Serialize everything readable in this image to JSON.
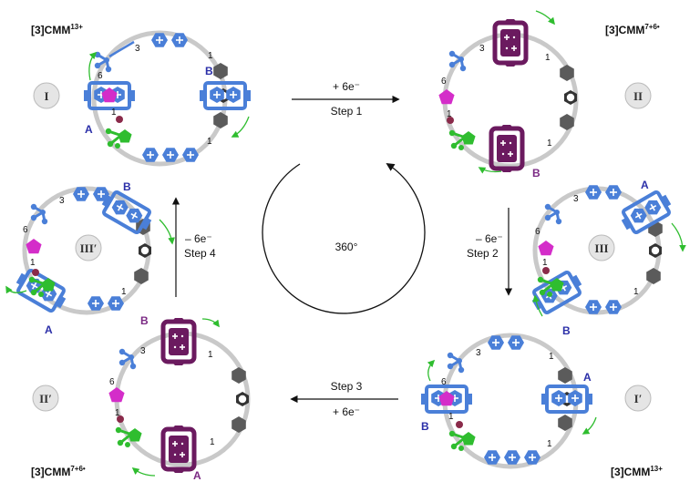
{
  "titles": {
    "tl": {
      "base": "[3]CMM",
      "sup": "13+"
    },
    "tr": {
      "base": "[3]CMM",
      "sup": "7+6•"
    },
    "bl": {
      "base": "[3]CMM",
      "sup": "7+6•"
    },
    "br": {
      "base": "[3]CMM",
      "sup": "13+"
    }
  },
  "states": {
    "s1": "I",
    "s2": "II",
    "s3": "III",
    "s4": "III′",
    "s5": "II′",
    "s6": "I′"
  },
  "steps": {
    "step1": {
      "reagent": "+ 6e⁻",
      "label": "Step 1"
    },
    "step2": {
      "reagent": "– 6e⁻",
      "label": "Step 2"
    },
    "step3": {
      "reagent": "+ 6e⁻",
      "label": "Step 3"
    },
    "step4": {
      "reagent": "– 6e⁻",
      "label": "Step 4"
    }
  },
  "center_label": "360°",
  "ring_labels": {
    "station_a": "A",
    "station_b": "B",
    "n1": "1",
    "n3": "3",
    "n6": "6"
  },
  "colors": {
    "blue": "#4a7fd8",
    "purple": "#6b1a5f",
    "magenta": "#d42dc9",
    "green": "#2fbd2f",
    "gray": "#5b5b5b",
    "label_blue": "#2b2fa8",
    "label_purple": "#7b2a84"
  }
}
